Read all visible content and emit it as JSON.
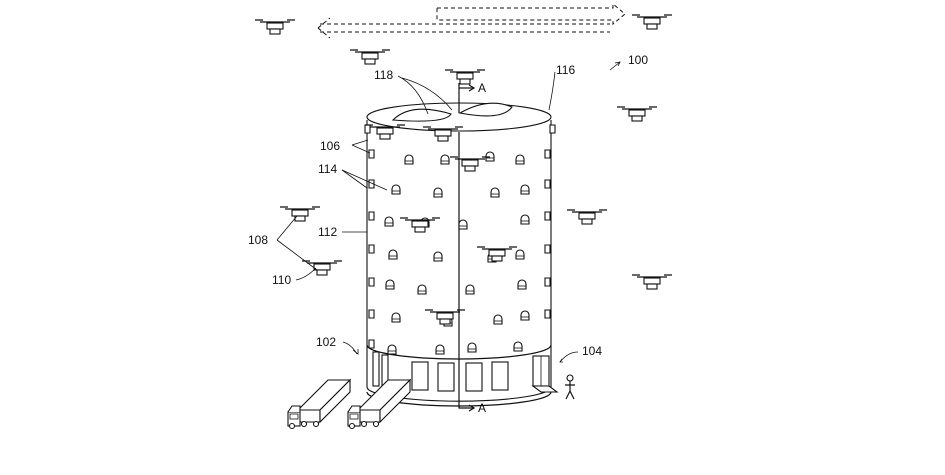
{
  "figure": {
    "labels": {
      "fig_ref": "100",
      "building_zone": "102",
      "door_zone": "104",
      "window_ref": "106",
      "drone_group": "108",
      "single_drone": "110",
      "tower_wall": "112",
      "bay_ref": "114",
      "roof": "116",
      "roof_hatch": "118",
      "section_top": "A",
      "section_bottom": "A"
    },
    "icons": [
      "drone-icon",
      "truck-icon",
      "person-icon",
      "door-icon",
      "window-icon",
      "hatch-icon"
    ]
  }
}
